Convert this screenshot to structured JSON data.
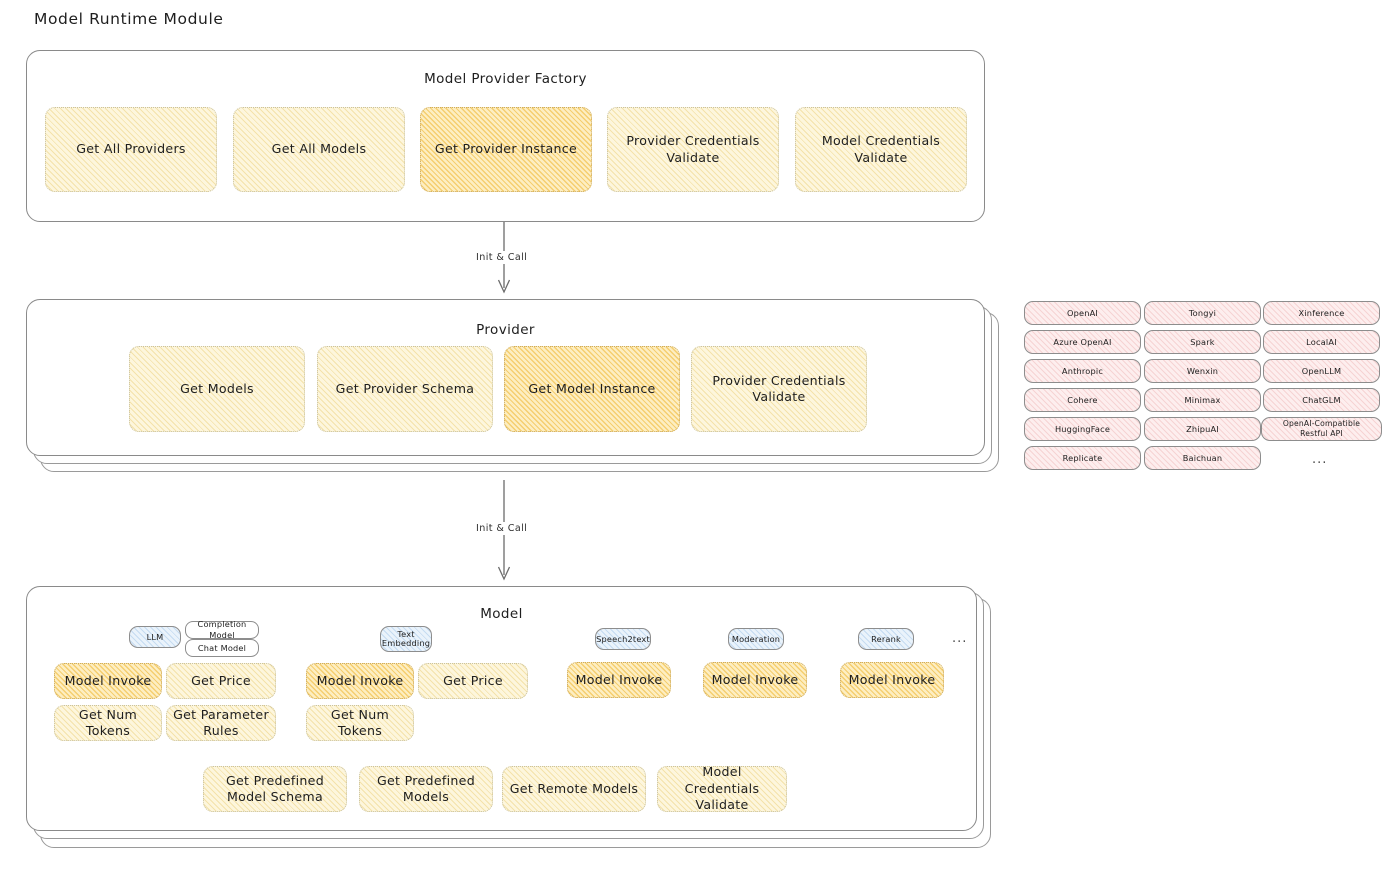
{
  "page": {
    "title": "Model Runtime Module"
  },
  "factory": {
    "title": "Model Provider Factory",
    "nodes": [
      {
        "label": "Get All Providers",
        "highlight": false
      },
      {
        "label": "Get All Models",
        "highlight": false
      },
      {
        "label": "Get Provider Instance",
        "highlight": true
      },
      {
        "label": "Provider Credentials Validate",
        "highlight": false
      },
      {
        "label": "Model Credentials Validate",
        "highlight": false
      }
    ]
  },
  "arrows": {
    "factory_to_provider": "Init & Call",
    "provider_to_model": "Init & Call"
  },
  "provider": {
    "title": "Provider",
    "nodes": [
      {
        "label": "Get Models",
        "highlight": false
      },
      {
        "label": "Get Provider Schema",
        "highlight": false
      },
      {
        "label": "Get Model Instance",
        "highlight": true
      },
      {
        "label": "Provider Credentials Validate",
        "highlight": false
      }
    ]
  },
  "provider_list": {
    "columns": [
      [
        "OpenAI",
        "Azure OpenAI",
        "Anthropic",
        "Cohere",
        "HuggingFace",
        "Replicate"
      ],
      [
        "Tongyi",
        "Spark",
        "Wenxin",
        "Minimax",
        "ZhipuAI",
        "Baichuan"
      ],
      [
        "Xinference",
        "LocalAI",
        "OpenLLM",
        "ChatGLM",
        "OpenAI-Compatible Restful API"
      ]
    ],
    "ellipsis": "..."
  },
  "model": {
    "title": "Model",
    "ellipsis": "...",
    "types": [
      {
        "name": "LLM",
        "subtypes": [
          "Completion Model",
          "Chat Model"
        ],
        "methods": [
          {
            "label": "Model Invoke",
            "highlight": true
          },
          {
            "label": "Get Price",
            "highlight": false
          },
          {
            "label": "Get Num Tokens",
            "highlight": false
          },
          {
            "label": "Get Parameter Rules",
            "highlight": false
          }
        ]
      },
      {
        "name": "Text Embedding",
        "subtypes": [],
        "methods": [
          {
            "label": "Model Invoke",
            "highlight": true
          },
          {
            "label": "Get Price",
            "highlight": false
          },
          {
            "label": "Get Num Tokens",
            "highlight": false
          }
        ]
      },
      {
        "name": "Speech2text",
        "subtypes": [],
        "methods": [
          {
            "label": "Model Invoke",
            "highlight": true
          }
        ]
      },
      {
        "name": "Moderation",
        "subtypes": [],
        "methods": [
          {
            "label": "Model Invoke",
            "highlight": true
          }
        ]
      },
      {
        "name": "Rerank",
        "subtypes": [],
        "methods": [
          {
            "label": "Model Invoke",
            "highlight": true
          }
        ]
      }
    ],
    "common_methods": [
      "Get Predefined Model Schema",
      "Get Predefined Models",
      "Get Remote Models",
      "Model Credentials Validate"
    ]
  },
  "colors": {
    "cream": "#fdf6dd",
    "gold": "#fdeec2",
    "pink": "#fdeeee",
    "blue": "#eaf3fb",
    "stroke": "#8a8a8a",
    "text": "#1e1e1e"
  }
}
